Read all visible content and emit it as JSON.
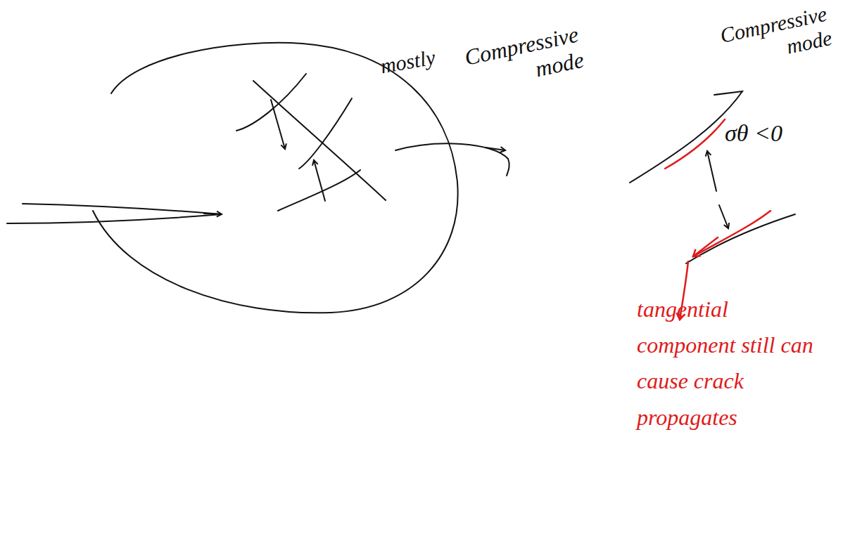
{
  "diagram": {
    "labels": [
      "mostly",
      "Compressive mode",
      "Compressive mode",
      "σθ <0",
      "tangential component still can cause crack propagates"
    ]
  }
}
